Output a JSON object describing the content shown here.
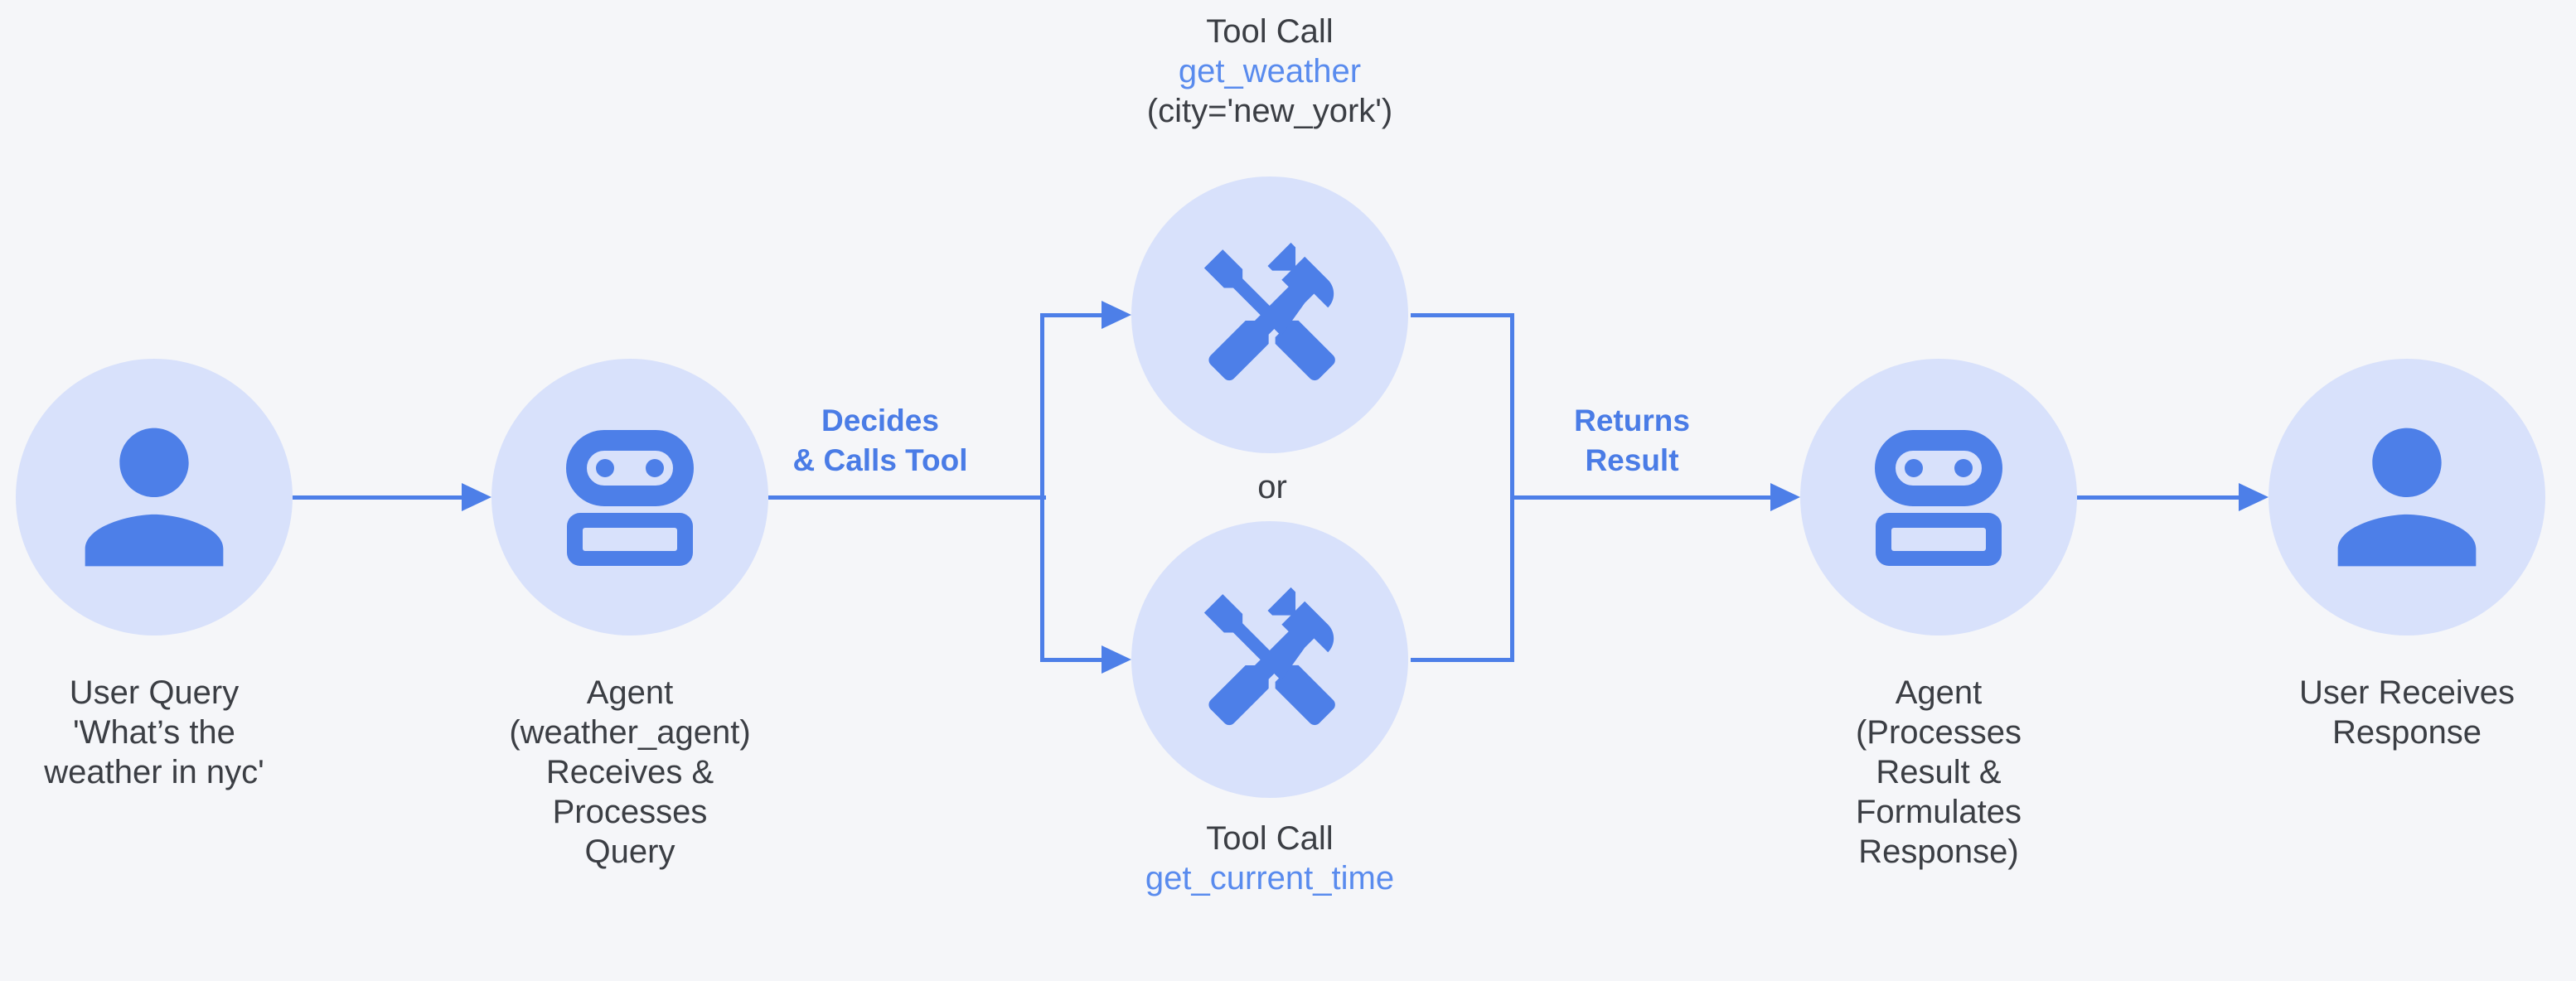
{
  "colors": {
    "background": "#f5f6f9",
    "node_fill": "#d8e1fb",
    "icon_blue": "#4d7fe8",
    "arrow_blue": "#4d7fe8",
    "edge_label_blue": "#4a7ce6",
    "code_blue": "#598bee",
    "text_dark": "#3b3e44"
  },
  "nodes": {
    "user_query": {
      "icon": "person-icon",
      "lines": [
        "User Query",
        "'What’s the",
        "weather in nyc'"
      ]
    },
    "agent_receive": {
      "icon": "robot-icon",
      "lines": [
        "Agent",
        "(weather_agent)",
        "Receives &",
        "Processes",
        "Query"
      ]
    },
    "tool_get_weather": {
      "icon": "tools-icon",
      "lines": [
        "Tool Call",
        "get_weather",
        "(city='new_york')"
      ]
    },
    "tool_get_current_time": {
      "icon": "tools-icon",
      "lines": [
        "Tool Call",
        "get_current_time"
      ]
    },
    "agent_respond": {
      "icon": "robot-icon",
      "lines": [
        "Agent",
        "(Processes",
        "Result &",
        "Formulates",
        "Response)"
      ]
    },
    "user_response": {
      "icon": "person-icon",
      "lines": [
        "User Receives",
        "Response"
      ]
    }
  },
  "edges": {
    "decides_calls_tool": {
      "lines": [
        "Decides",
        "& Calls Tool"
      ]
    },
    "returns_result": {
      "lines": [
        "Returns",
        "Result"
      ]
    },
    "or_label": "or"
  }
}
